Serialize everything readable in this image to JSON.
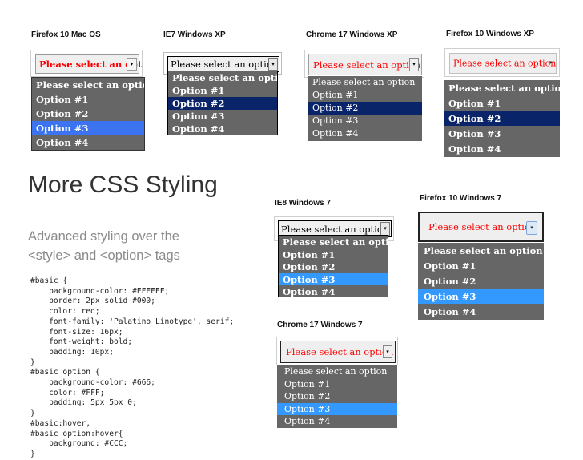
{
  "labels": {
    "ff_mac": "Firefox 10 Mac OS",
    "ie7_xp": "IE7 Windows XP",
    "chrome_xp": "Chrome 17 Windows XP",
    "ff_xp": "Firefox 10 Windows XP",
    "ie8_7": "IE8 Windows 7",
    "ff_7": "Firefox 10 Windows 7",
    "chrome_7": "Chrome 17 Windows 7"
  },
  "select_text": "Please select an option",
  "arrow_glyph": "▾",
  "options": [
    "Please select an option",
    "Option #1",
    "Option #2",
    "Option #3",
    "Option #4"
  ],
  "slide": {
    "title": "More CSS Styling",
    "subtitle_line1": "Advanced styling over the",
    "subtitle_line2": "<style> and <option> tags"
  },
  "code_lines": [
    "#basic {",
    "    background-color: #EFEFEF;",
    "    border: 2px solid #000;",
    "    color: red;",
    "    font-family: 'Palatino Linotype', serif;",
    "    font-size: 16px;",
    "    font-weight: bold;",
    "    padding: 10px;",
    "}",
    "#basic option {",
    "    background-color: #666;",
    "    color: #FFF;",
    "    padding: 5px 5px 0;",
    "}",
    "#basic:hover,",
    "#basic option:hover{",
    "    background: #CCC;",
    "}"
  ],
  "colors": {
    "select_text_red": "#ff0000",
    "list_bg": "#666666",
    "list_text": "#ffffff",
    "highlight_mac": "#3b73f0",
    "highlight_xp": "#0a246a",
    "highlight_win7": "#3399ff",
    "code_value": "#b6276d"
  }
}
